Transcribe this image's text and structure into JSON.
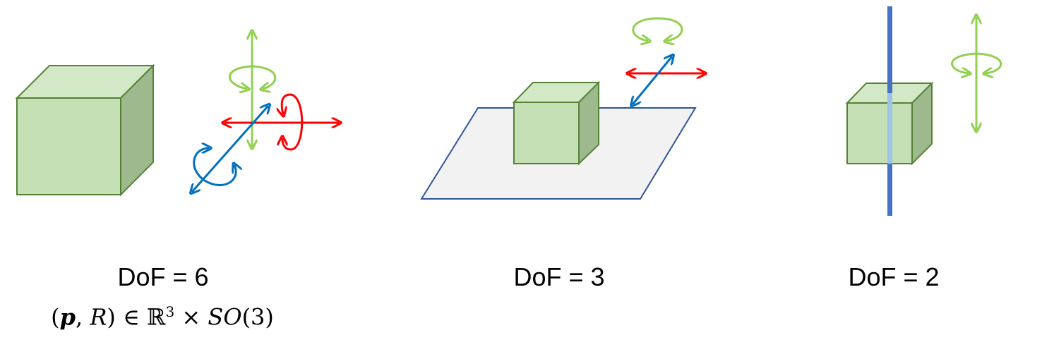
{
  "panels": [
    {
      "caption": "DoF = 6"
    },
    {
      "caption": "DoF = 3"
    },
    {
      "caption": "DoF = 2"
    }
  ],
  "formula": {
    "open": "(",
    "p": "p",
    "comma": ", ",
    "R": "R",
    "middle": ") ∈ ℝ",
    "exp": "3",
    "times": " × ",
    "SO": "SO",
    "tail": "(3)"
  },
  "colors": {
    "cube_front": "#c5e0b4",
    "cube_top": "#d3e8c6",
    "cube_side": "#9fb98f",
    "cube_edge": "#548235",
    "green_arrow": "#92d050",
    "red_arrow": "#ff0000",
    "blue_arrow": "#0070c0",
    "plane_fill": "#f2f2f2",
    "plane_edge": "#2f5597",
    "rod": "#4472c4",
    "rod_inside": "#9dc3e6"
  }
}
